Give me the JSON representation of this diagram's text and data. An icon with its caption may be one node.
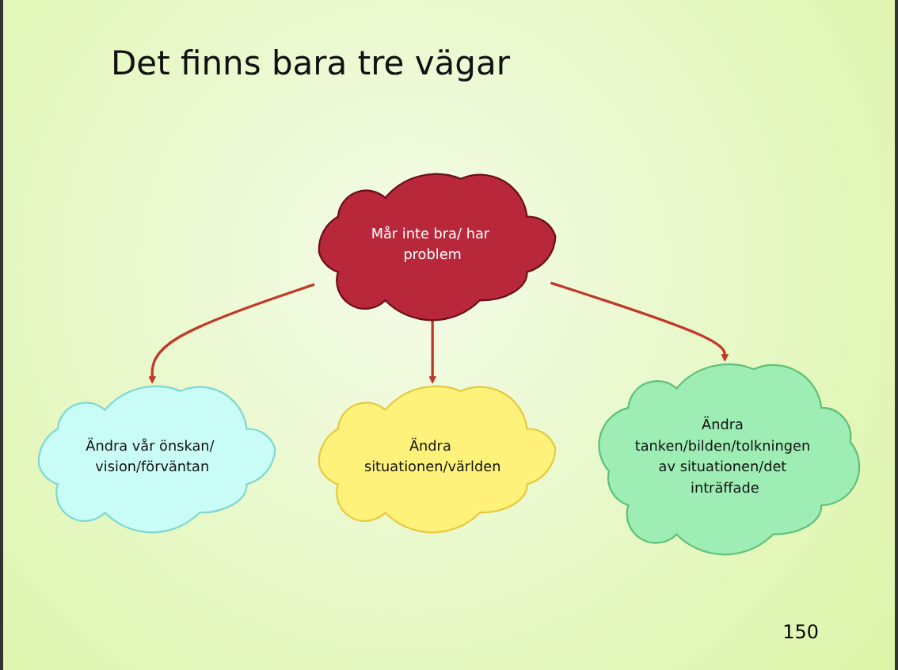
{
  "diagram": {
    "title": "Det finns bara tre vägar",
    "nodes": [
      {
        "text": [
          "Mår inte bra/ har problem"
        ]
      },
      {
        "text": [
          "Ändra vår önskan/ vision/förväntan"
        ]
      },
      {
        "text": [
          "Ändra situationen/världen"
        ]
      },
      {
        "text": [
          "Ändra tanken/bilden/tolkningen av situationen/det inträffade"
        ]
      }
    ],
    "edges": [
      {
        "from": 0,
        "to": 1,
        "arrow": "to"
      },
      {
        "from": 0,
        "to": 2,
        "arrow": "to"
      },
      {
        "from": 0,
        "to": 3,
        "arrow": "to"
      }
    ],
    "labels": [
      "150"
    ]
  }
}
